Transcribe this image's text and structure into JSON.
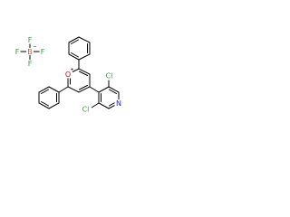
{
  "labels": {
    "boron": "B",
    "boron_charge": "−",
    "fluorine": "F",
    "oxygen": "O",
    "oxygen_charge": "+",
    "chlorine": "Cl",
    "nitrogen": "N"
  },
  "colors": {
    "bond": "#000000",
    "boron": "#d06030",
    "fluorine": "#2fa82f",
    "oxygen": "#e00000",
    "chlorine": "#2fa82f",
    "nitrogen": "#2020e0"
  }
}
